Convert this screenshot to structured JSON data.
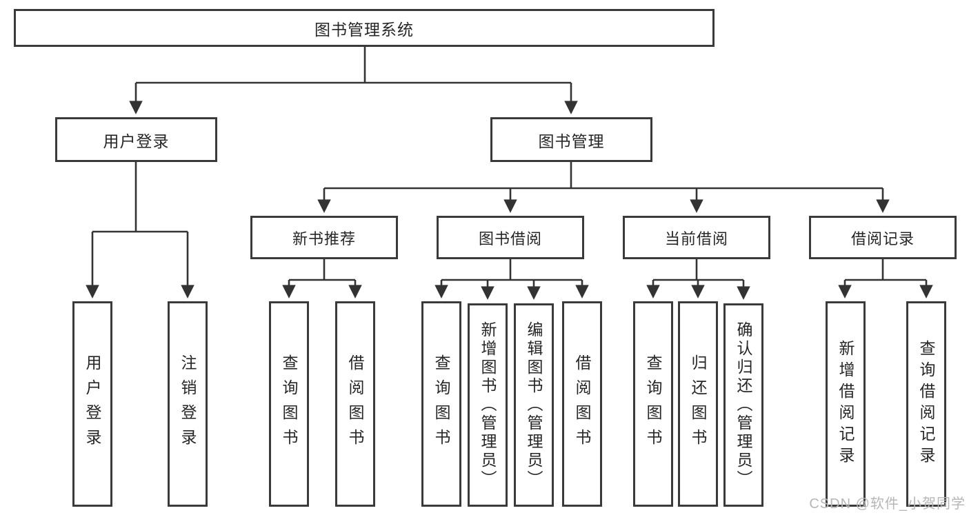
{
  "diagram": {
    "title": "图书管理系统",
    "level2": {
      "user_login": "用户登录",
      "book_management": "图书管理"
    },
    "level3": {
      "new_book_recommend": "新书推荐",
      "book_borrowing": "图书借阅",
      "current_borrowing": "当前借阅",
      "borrowing_records": "借阅记录"
    },
    "leaves": {
      "user_login": "用户登录",
      "logout": "注销登录",
      "recommend_query_books": "查询图书",
      "recommend_borrow_books": "借阅图书",
      "borrowing_query_books": "查询图书",
      "borrowing_add_books_admin": "新增图书（管理员）",
      "borrowing_edit_books_admin": "编辑图书（管理员）",
      "borrowing_borrow_books": "借阅图书",
      "current_query_books": "查询图书",
      "current_return_books": "归还图书",
      "current_confirm_return_admin": "确认归还（管理员）",
      "records_add_record": "新增借阅记录",
      "records_query_record": "查询借阅记录"
    }
  },
  "colors": {
    "line": "#333333",
    "box_border": "#3a3a3a",
    "text": "#262626",
    "watermark": "#b6b6b6",
    "background": "#ffffff"
  },
  "watermark": "CSDN @软件_小贺同学"
}
